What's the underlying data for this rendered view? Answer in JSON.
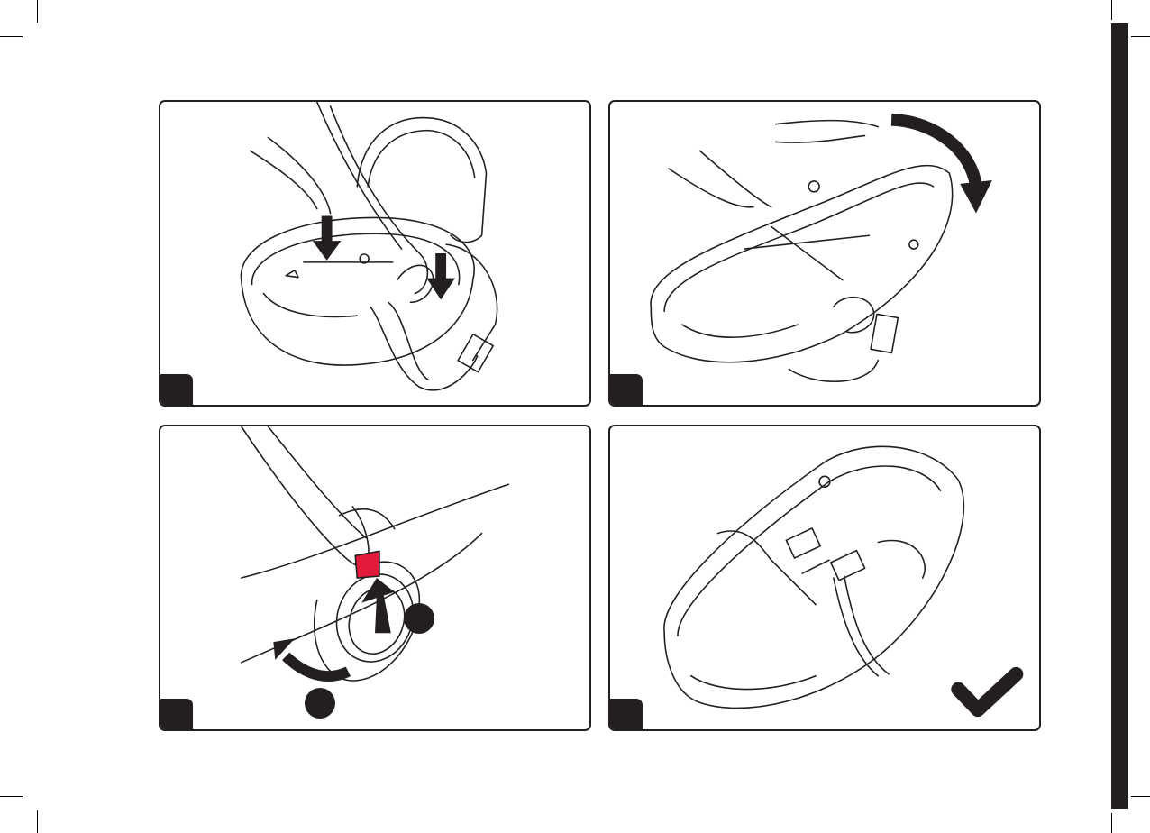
{
  "page": {
    "panels": [
      {
        "id": "step-1",
        "description_label": ""
      },
      {
        "id": "step-2",
        "description_label": ""
      },
      {
        "id": "step-3",
        "description_label": ""
      },
      {
        "id": "step-4",
        "description_label": ""
      }
    ],
    "colors": {
      "line": "#231f20",
      "highlight": "#e31b3b",
      "background": "#ffffff"
    },
    "icons": [
      "down-arrow-icon",
      "curved-arrow-icon",
      "up-arrow-icon",
      "rotate-arrow-icon",
      "checkmark-icon"
    ]
  }
}
